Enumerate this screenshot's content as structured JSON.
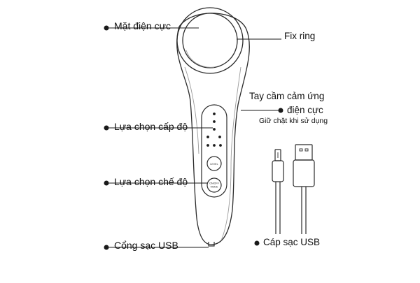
{
  "labels": {
    "electrode_face": "Mặt điện cực",
    "fix_ring": "Fix ring",
    "handle_line1": "Tay cầm cảm ứng",
    "handle_line2": "điện cực",
    "handle_note": "Giữ chặt khi sử dụng",
    "level_select": "Lựa chọn cấp độ",
    "mode_select": "Lựa chọn chế độ",
    "usb_port": "Cổng sạc USB",
    "usb_cable": "Cáp sạc USB"
  },
  "device": {
    "level_button_text": "LEVEL",
    "mode_button_text_1": "ON/OFF",
    "mode_button_text_2": "MODE"
  },
  "colors": {
    "line": "#1a1a1a",
    "outline": "#2b2b2b",
    "shade": "#9a9a9a"
  }
}
